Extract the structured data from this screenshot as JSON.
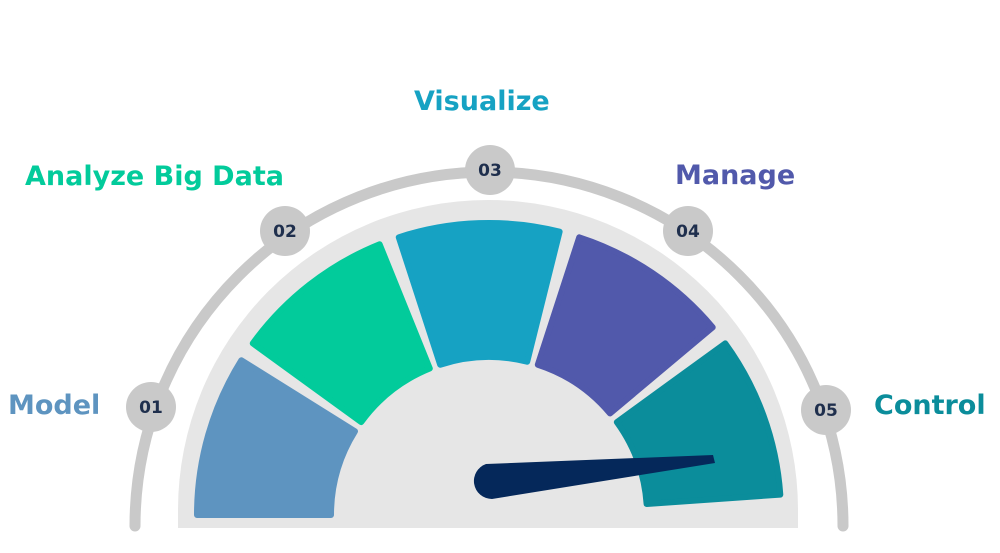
{
  "steps": [
    {
      "number": "01",
      "label": "Model",
      "color": "#5e94c0"
    },
    {
      "number": "02",
      "label": "Analyze Big Data",
      "color": "#02cb9b"
    },
    {
      "number": "03",
      "label": "Visualize",
      "color": "#16a2c3"
    },
    {
      "number": "04",
      "label": "Manage",
      "color": "#5159ab"
    },
    {
      "number": "05",
      "label": "Control",
      "color": "#0b8d9b"
    }
  ],
  "gauge": {
    "active_step": 5,
    "needle_color": "#05285a",
    "track_color": "#c9c9c9",
    "dial_color": "#e6e6e6"
  }
}
